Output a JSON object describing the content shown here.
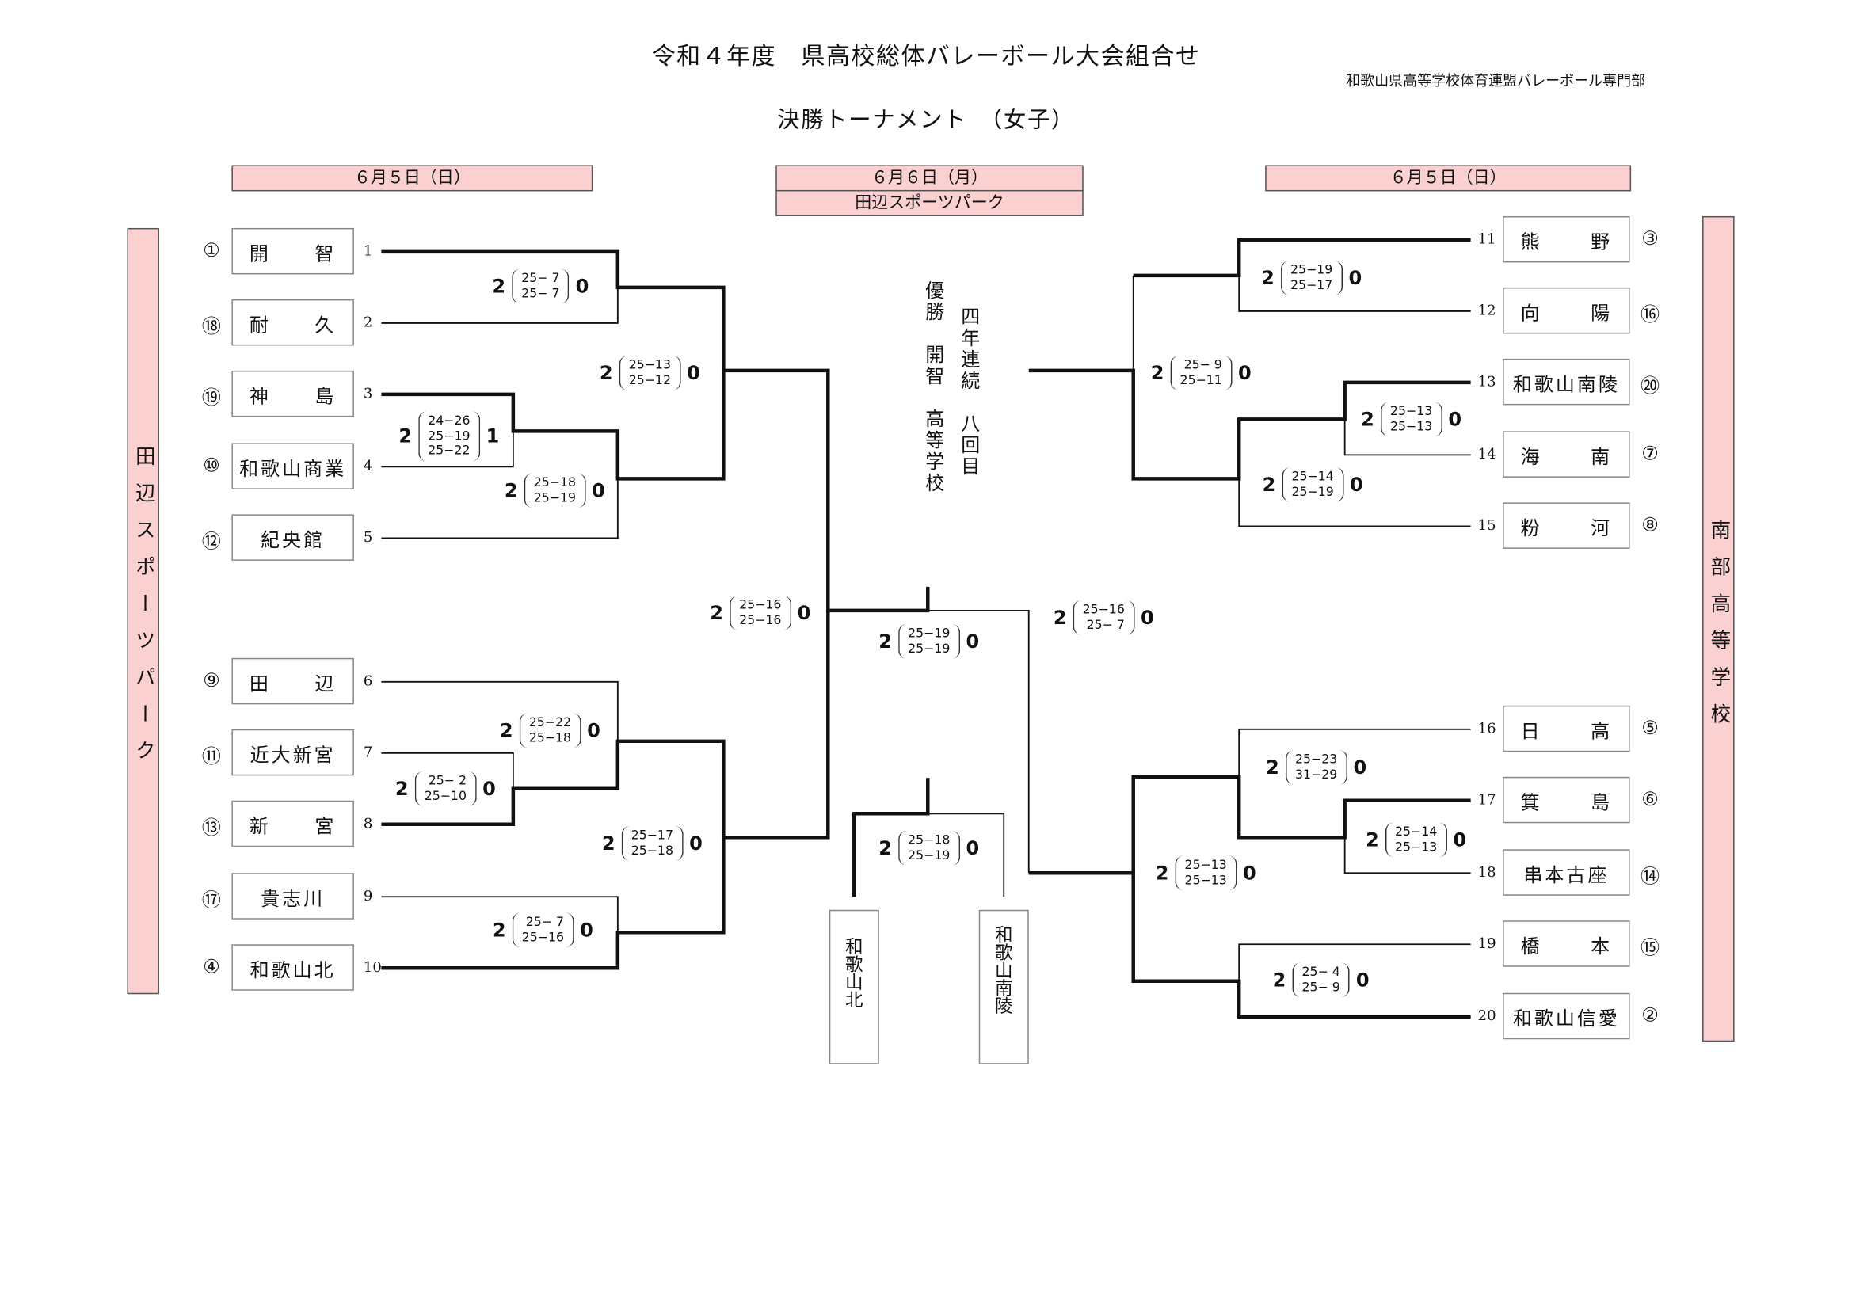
{
  "header": {
    "title": "令和４年度　県高校総体バレーボール大会組合せ",
    "organization": "和歌山県高等学校体育連盟バレーボール専門部",
    "subtitle": "決勝トーナメント　（女子）"
  },
  "dates": {
    "left": "６月５日（日）",
    "center": "６月６日（月）",
    "center_venue": "田辺スポーツパーク",
    "right": "６月５日（日）"
  },
  "venues": {
    "left": "田辺スポーツパーク",
    "right": "南部高等学校"
  },
  "champion": {
    "line1": "優勝　開智　高等学校",
    "line2": "四年連続　八回目"
  },
  "teams_left": [
    {
      "seed": "①",
      "name": "開　智",
      "no": "1"
    },
    {
      "seed": "⑱",
      "name": "耐　久",
      "no": "2"
    },
    {
      "seed": "⑲",
      "name": "神　島",
      "no": "3"
    },
    {
      "seed": "⑩",
      "name": "和歌山商業",
      "no": "4"
    },
    {
      "seed": "⑫",
      "name": "紀央館",
      "no": "5"
    },
    {
      "seed": "⑨",
      "name": "田　辺",
      "no": "6"
    },
    {
      "seed": "⑪",
      "name": "近大新宮",
      "no": "7"
    },
    {
      "seed": "⑬",
      "name": "新　宮",
      "no": "8"
    },
    {
      "seed": "⑰",
      "name": "貴志川",
      "no": "9"
    },
    {
      "seed": "④",
      "name": "和歌山北",
      "no": "10"
    }
  ],
  "teams_right": [
    {
      "seed": "③",
      "name": "熊　野",
      "no": "11"
    },
    {
      "seed": "⑯",
      "name": "向　陽",
      "no": "12"
    },
    {
      "seed": "⑳",
      "name": "和歌山南陵",
      "no": "13"
    },
    {
      "seed": "⑦",
      "name": "海　南",
      "no": "14"
    },
    {
      "seed": "⑧",
      "name": "粉　河",
      "no": "15"
    },
    {
      "seed": "⑤",
      "name": "日　高",
      "no": "16"
    },
    {
      "seed": "⑥",
      "name": "箕　島",
      "no": "17"
    },
    {
      "seed": "⑭",
      "name": "串本古座",
      "no": "18"
    },
    {
      "seed": "⑮",
      "name": "橋　本",
      "no": "19"
    },
    {
      "seed": "②",
      "name": "和歌山信愛",
      "no": "20"
    }
  ],
  "third_place": {
    "team_a": "和歌山北",
    "team_b": "和歌山南陵"
  },
  "matches": [
    {
      "id": "m1-2",
      "w": "2",
      "l": "0",
      "sets": "25− 7\n25− 7"
    },
    {
      "id": "m3-4",
      "w": "2",
      "l": "1",
      "sets": "24−26\n25−19\n25−22"
    },
    {
      "id": "m34-5",
      "w": "2",
      "l": "0",
      "sets": "25−18\n25−19"
    },
    {
      "id": "m-left-top-semi",
      "w": "2",
      "l": "0",
      "sets": "25−13\n25−12"
    },
    {
      "id": "m7-8",
      "w": "2",
      "l": "0",
      "sets": "25− 2\n25−10"
    },
    {
      "id": "m6-78",
      "w": "2",
      "l": "0",
      "sets": "25−22\n25−18"
    },
    {
      "id": "m9-10",
      "w": "2",
      "l": "0",
      "sets": "25− 7\n25−16"
    },
    {
      "id": "m-left-bottom-semi",
      "w": "2",
      "l": "0",
      "sets": "25−17\n25−18"
    },
    {
      "id": "m-left-final",
      "w": "2",
      "l": "0",
      "sets": "25−16\n25−16"
    },
    {
      "id": "m-final",
      "w": "2",
      "l": "0",
      "sets": "25−19\n25−19"
    },
    {
      "id": "m-third",
      "w": "2",
      "l": "0",
      "sets": "25−18\n25−19"
    },
    {
      "id": "m-right-final",
      "w": "2",
      "l": "0",
      "sets": "25−16\n25− 7"
    },
    {
      "id": "m11-12",
      "w": "2",
      "l": "0",
      "sets": "25−19\n25−17"
    },
    {
      "id": "m13-14",
      "w": "2",
      "l": "0",
      "sets": "25−13\n25−13"
    },
    {
      "id": "m1314-15",
      "w": "2",
      "l": "0",
      "sets": "25−14\n25−19"
    },
    {
      "id": "m-right-top-semi",
      "w": "2",
      "l": "0",
      "sets": "25− 9\n25−11"
    },
    {
      "id": "m16-1718",
      "w": "2",
      "l": "0",
      "sets": "25−23\n31−29"
    },
    {
      "id": "m17-18",
      "w": "2",
      "l": "0",
      "sets": "25−14\n25−13"
    },
    {
      "id": "m19-20",
      "w": "2",
      "l": "0",
      "sets": "25− 4\n25− 9"
    },
    {
      "id": "m-right-bottom-semi",
      "w": "2",
      "l": "0",
      "sets": "25−13\n25−13"
    }
  ]
}
